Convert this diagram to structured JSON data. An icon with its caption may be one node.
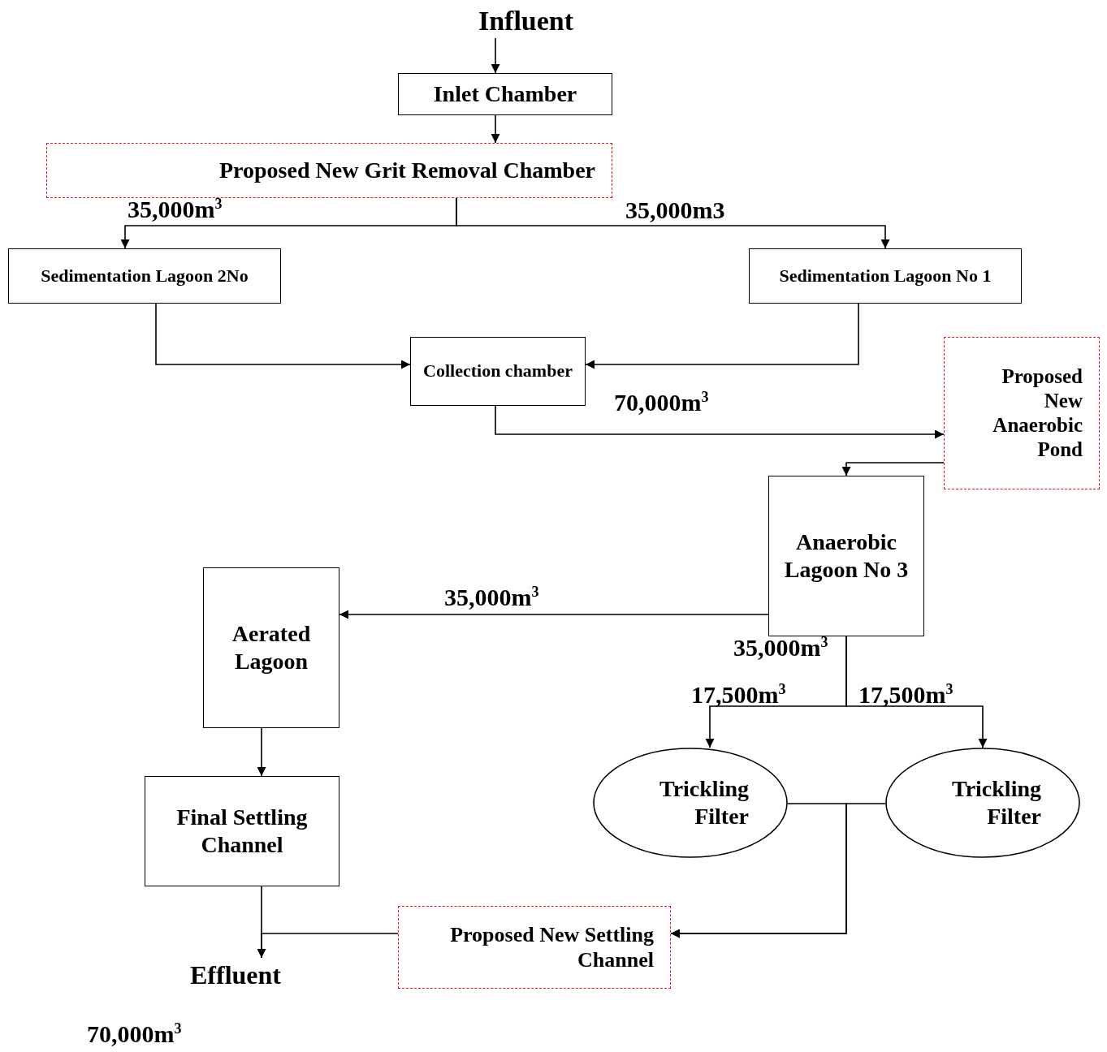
{
  "diagram": {
    "nodes": [
      {
        "text": [
          "Influent"
        ]
      },
      {
        "text": [
          "Inlet Chamber"
        ]
      },
      {
        "text": [
          "Proposed New Grit Removal Chamber"
        ]
      },
      {
        "text": [
          "Sedimentation Lagoon 2No"
        ]
      },
      {
        "text": [
          "Sedimentation Lagoon No 1"
        ]
      },
      {
        "text": [
          "Collection chamber"
        ]
      },
      {
        "text": [
          "Proposed New Anaerobic Pond"
        ]
      },
      {
        "text": [
          "Anaerobic Lagoon No 3"
        ]
      },
      {
        "text": [
          "Aerated Lagoon"
        ]
      },
      {
        "text": [
          "Final Settling Channel"
        ]
      },
      {
        "text": [
          "Trickling Filter"
        ]
      },
      {
        "text": [
          "Trickling Filter"
        ]
      },
      {
        "text": [
          "Proposed New Settling Channel"
        ]
      },
      {
        "text": [
          "Effluent"
        ]
      }
    ],
    "edges": [
      {
        "from": 0,
        "to": 1,
        "arrow": "to"
      },
      {
        "from": 1,
        "to": 2,
        "arrow": "to"
      },
      {
        "from": 2,
        "to": 3,
        "arrow": "to",
        "label": "35,000m$^{3}$"
      },
      {
        "from": 2,
        "to": 4,
        "arrow": "to",
        "label": "35,000m3"
      },
      {
        "from": 3,
        "to": 5,
        "arrow": "to"
      },
      {
        "from": 4,
        "to": 5,
        "arrow": "to"
      },
      {
        "from": 5,
        "to": 6,
        "arrow": "to",
        "label": "70,000m$^{3}$"
      },
      {
        "from": 6,
        "to": 7,
        "arrow": "to"
      },
      {
        "from": 7,
        "to": 8,
        "arrow": "to",
        "label": "35,000m$^{3}$"
      },
      {
        "from": 7,
        "to": 10,
        "arrow": "to",
        "label": "17,500m$^{3}$"
      },
      {
        "from": 7,
        "to": 11,
        "arrow": "to",
        "label": "17,500m$^{3}$"
      },
      {
        "from": 8,
        "to": 9,
        "arrow": "to"
      },
      {
        "from": 10,
        "to": 12,
        "arrow": "to"
      },
      {
        "from": 11,
        "to": 12,
        "arrow": "to"
      },
      {
        "from": 9,
        "to": 13,
        "arrow": "none"
      },
      {
        "from": 12,
        "to": 13,
        "arrow": "to"
      }
    ],
    "labels": [
      "35,000m$^{3}$",
      "70,000m$^{3}$"
    ]
  }
}
